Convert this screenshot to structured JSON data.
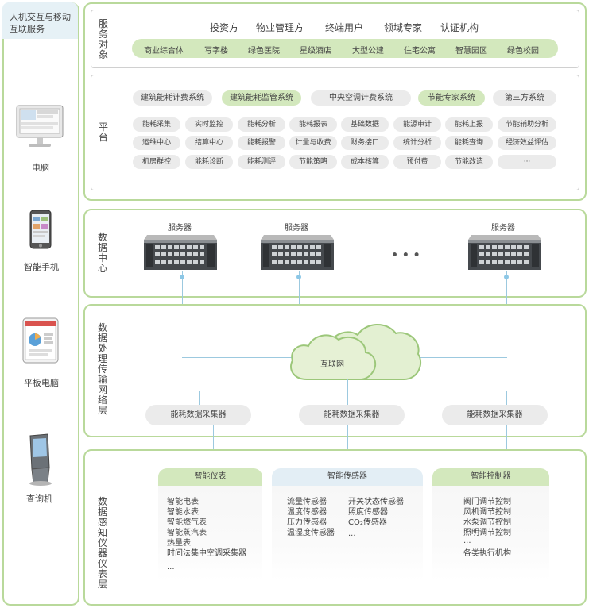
{
  "left": {
    "title_line1": "人机交互与移动",
    "title_line2": "互联服务",
    "devices": [
      "电脑",
      "智能手机",
      "平板电脑",
      "查询机"
    ]
  },
  "service": {
    "label": "服务对象",
    "row1": [
      "投资方",
      "物业管理方",
      "终端用户",
      "领域专家",
      "认证机构"
    ],
    "row2": [
      "商业综合体",
      "写字楼",
      "绿色医院",
      "星级酒店",
      "大型公建",
      "住宅公寓",
      "智慧园区",
      "绿色校园"
    ]
  },
  "platform": {
    "label": "平台",
    "systems": [
      {
        "label": "建筑能耗计费系统",
        "style": "gray"
      },
      {
        "label": "建筑能耗监管系统",
        "style": "green"
      },
      {
        "label": "中央空调计费系统",
        "style": "gray"
      },
      {
        "label": "节能专家系统",
        "style": "green"
      },
      {
        "label": "第三方系统",
        "style": "gray"
      }
    ],
    "functions": [
      [
        "能耗采集",
        "实时监控",
        "能耗分析",
        "能耗报表",
        "基础数据",
        "能源审计",
        "能耗上报",
        "节能辅助分析"
      ],
      [
        "运维中心",
        "结算中心",
        "能耗报警",
        "计量与收费",
        "财务接口",
        "统计分析",
        "能耗查询",
        "经济效益评估"
      ],
      [
        "机房群控",
        "能耗诊断",
        "能耗测评",
        "节能策略",
        "成本核算",
        "预付费",
        "节能改造",
        "···"
      ]
    ]
  },
  "datacenter": {
    "label": "数据中心",
    "servers": [
      "服务器",
      "服务器",
      "服务器"
    ],
    "ellipsis": "• • •"
  },
  "transport": {
    "label": "数据处理传输网络层",
    "cloud_label": "互联网",
    "collectors": [
      "能耗数据采集器",
      "能耗数据采集器",
      "能耗数据采集器"
    ]
  },
  "perception": {
    "label": "数据感知仪器仪表层",
    "columns": [
      {
        "title": "智能仪表",
        "items": [
          "智能电表",
          "智能水表",
          "智能燃气表",
          "智能蒸汽表",
          "热量表",
          "时间法集中空调采集器",
          "···"
        ]
      },
      {
        "title": "智能传感器",
        "items_left": [
          "流量传感器",
          "温度传感器",
          "压力传感器",
          "温湿度传感器"
        ],
        "items_right": [
          "开关状态传感器",
          "照度传感器",
          "CO₂传感器",
          "···"
        ]
      },
      {
        "title": "智能控制器",
        "items": [
          "阀门调节控制",
          "风机调节控制",
          "水泵调节控制",
          "照明调节控制",
          "···",
          "各类执行机构"
        ]
      }
    ]
  }
}
